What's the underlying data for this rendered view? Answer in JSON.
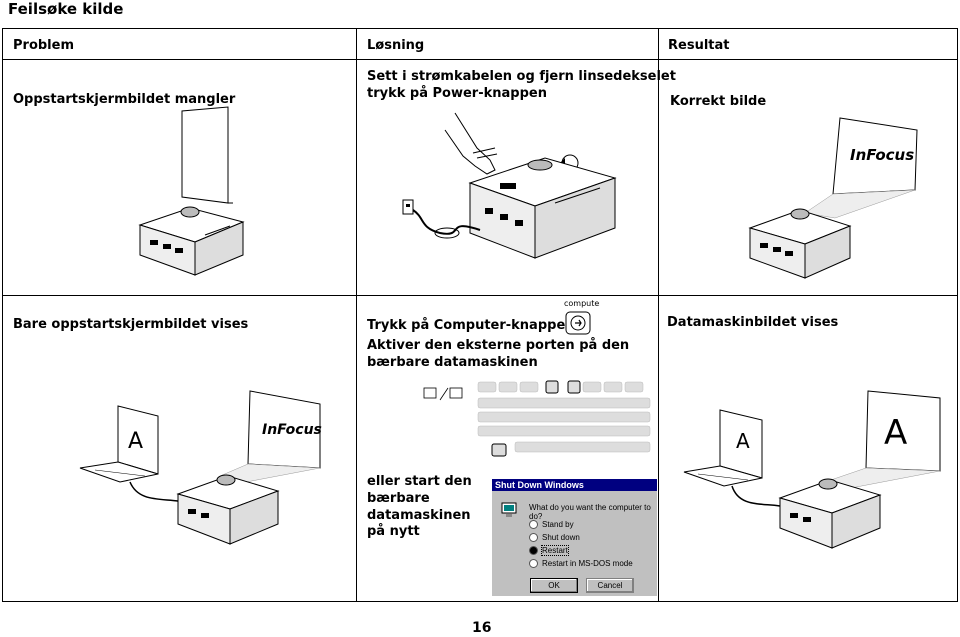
{
  "section_title": "Feilsøke kilde",
  "headers": {
    "problem": "Problem",
    "solution": "Løsning",
    "result": "Resultat"
  },
  "row1": {
    "problem": "Oppstartskjermbildet mangler",
    "solution_line1": "Sett i strømkabelen og fjern linsedekselet",
    "solution_line2": "trykk på Power-knappen",
    "result": "Korrekt bilde"
  },
  "row2": {
    "problem": "Bare oppstartskjermbildet vises",
    "solution_line1": "Trykk på Computer-knappen.",
    "solution_line2": "Aktiver den eksterne porten på den",
    "solution_line3": "bærbare datamaskinen",
    "button_label": "computer",
    "alt_line1": "eller start den",
    "alt_line2": "bærbare",
    "alt_line3": "datamaskinen",
    "alt_line4": "på nytt",
    "result": "Datamaskinbildet vises"
  },
  "brand_logo": "InFocus",
  "screen_letter": "A",
  "dialog": {
    "title": "Shut Down Windows",
    "question": "What do you want the computer to do?",
    "options": [
      "Stand by",
      "Shut down",
      "Restart",
      "Restart in MS-DOS mode"
    ],
    "selected": "Restart",
    "ok_label": "OK",
    "cancel_label": "Cancel"
  },
  "page_number": "16"
}
